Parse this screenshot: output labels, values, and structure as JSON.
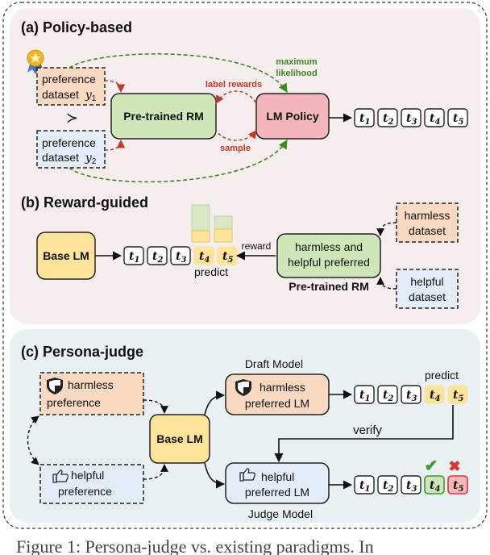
{
  "colors": {
    "panel_top": "#f6eeee",
    "panel_bottom": "#eaf1f4",
    "orange_fill": "#f9d9c2",
    "blue_fill": "#e2edf7",
    "green_fill": "#cfe7b8",
    "pink_fill": "#f4b6bb",
    "yellow_fill": "#fde49a",
    "green_line": "#3a8a1f",
    "red_line": "#c0392b"
  },
  "section_a": {
    "title": "(a) Policy-based",
    "pref_label": "preference",
    "dataset_y1": "dataset",
    "y1": "y",
    "y1_sub": "1",
    "dataset_y2": "dataset",
    "y2": "y",
    "y2_sub": "2",
    "order_symbol": "≻",
    "rm": "Pre-trained RM",
    "policy": "LM Policy",
    "label_rewards": "label rewards",
    "sample": "sample",
    "max_line1": "maximum",
    "max_line2": "likelihood"
  },
  "section_b": {
    "title": "(b) Reward-guided",
    "base_lm": "Base LM",
    "reward": "reward",
    "predict": "predict",
    "rm_line1": "harmless and",
    "rm_line2": "helpful preferred",
    "rm_caption": "Pre-trained RM",
    "harmless_line1": "harmless",
    "harmless_line2": "dataset",
    "helpful_line1": "helpful",
    "helpful_line2": "dataset"
  },
  "section_c": {
    "title": "(c) Persona-judge",
    "harmless_pref_1": "harmless",
    "harmless_pref_2": "preference",
    "helpful_pref_1": "helpful",
    "helpful_pref_2": "preference",
    "base_lm": "Base LM",
    "draft_caption": "Draft Model",
    "draft_1": "harmless",
    "draft_2": "preferred LM",
    "judge_1": "helpful",
    "judge_2": "preferred LM",
    "judge_caption": "Judge Model",
    "predict": "predict",
    "verify": "verify",
    "check": "✔",
    "cross": "✖"
  },
  "tokens": {
    "letter": "t",
    "subs": [
      "1",
      "2",
      "3",
      "4",
      "5"
    ]
  },
  "caption": "Figure 1: Persona-judge vs. existing paradigms. In"
}
